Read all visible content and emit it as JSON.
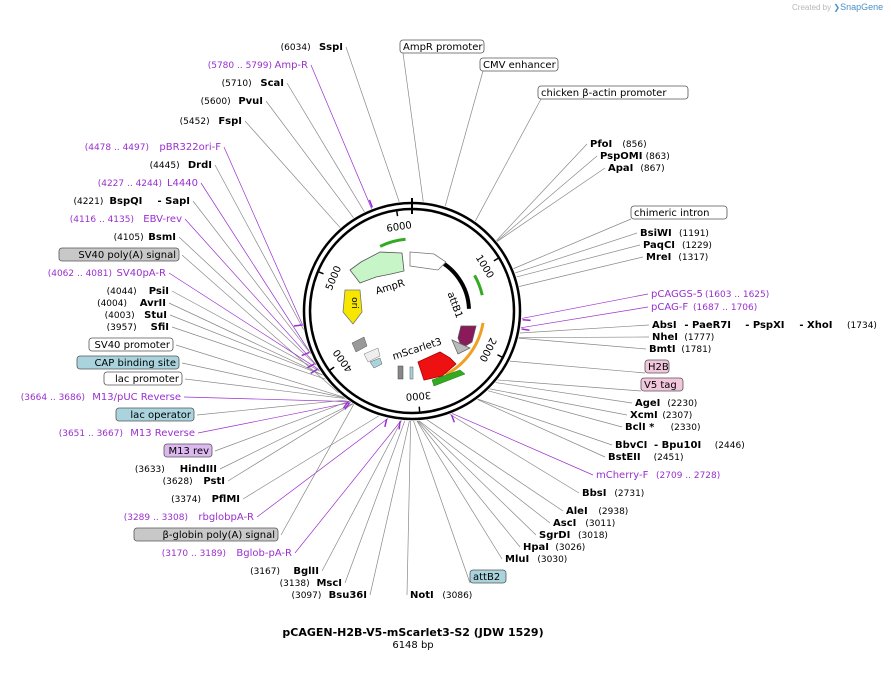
{
  "credit": {
    "prefix": "Created by",
    "brand": "SnapGene"
  },
  "plasmid": {
    "name": "pCAGEN-H2B-V5-mScarlet3-S2 (JDW 1529)",
    "size_text": "6148 bp",
    "total_bp": 6148
  },
  "ticks": [
    "1000",
    "2000",
    "3000",
    "4000",
    "5000",
    "6000"
  ],
  "colors": {
    "enzyme": "#000000",
    "primer": "#9a2fcf",
    "line": "#888888",
    "backbone": "#000000",
    "feature_blue": "#a9d4dd",
    "feature_pink": "#f2c6dc",
    "feature_gray": "#c8c8c8",
    "feature_purple": "#dcb8f0",
    "amp": "#c8f5c8",
    "ori": "#f7e600",
    "mscarlet": "#ee1111",
    "attb": "#8b1a5a",
    "h2b": "#f9b0d8",
    "arc_green": "#33aa22",
    "arc_orange": "#f0a020"
  },
  "features": {
    "ampr": "AmpR",
    "ori": "ori",
    "attb1": "attB1",
    "mscarlet3": "mScarlet3"
  },
  "labels_left": [
    {
      "kind": "enzyme",
      "pos": "(6034)",
      "name": "SspI"
    },
    {
      "kind": "primer",
      "pos": "(5780 .. 5799)",
      "name": "Amp-R"
    },
    {
      "kind": "enzyme",
      "pos": "(5710)",
      "name": "ScaI"
    },
    {
      "kind": "enzyme",
      "pos": "(5600)",
      "name": "PvuI"
    },
    {
      "kind": "enzyme",
      "pos": "(5452)",
      "name": "FspI"
    },
    {
      "kind": "primer",
      "pos": "(4478 .. 4497)",
      "name": "pBR322ori-F"
    },
    {
      "kind": "enzyme",
      "pos": "(4445)",
      "name": "DrdI"
    },
    {
      "kind": "primer",
      "pos": "(4227 .. 4244)",
      "name": "L4440"
    },
    {
      "kind": "enzyme",
      "pos": "(4221)",
      "name": "BspQI",
      "extra": "SapI"
    },
    {
      "kind": "primer",
      "pos": "(4116 .. 4135)",
      "name": "EBV-rev"
    },
    {
      "kind": "enzyme",
      "pos": "(4105)",
      "name": "BsmI"
    },
    {
      "kind": "box-gray",
      "name": "SV40 poly(A) signal"
    },
    {
      "kind": "primer",
      "pos": "(4062 .. 4081)",
      "name": "SV40pA-R"
    },
    {
      "kind": "enzyme",
      "pos": "(4044)",
      "name": "PsiI"
    },
    {
      "kind": "enzyme",
      "pos": "(4004)",
      "name": "AvrII"
    },
    {
      "kind": "enzyme",
      "pos": "(4003)",
      "name": "StuI"
    },
    {
      "kind": "enzyme",
      "pos": "(3957)",
      "name": "SfiI"
    },
    {
      "kind": "box-white",
      "name": "SV40 promoter"
    },
    {
      "kind": "box-blue",
      "name": "CAP binding site"
    },
    {
      "kind": "box-white",
      "name": "lac promoter"
    },
    {
      "kind": "primer",
      "pos": "(3664 .. 3686)",
      "name": "M13/pUC Reverse"
    },
    {
      "kind": "box-blue",
      "name": "lac operator"
    },
    {
      "kind": "primer",
      "pos": "(3651 .. 3667)",
      "name": "M13 Reverse"
    },
    {
      "kind": "box-purple",
      "name": "M13 rev"
    },
    {
      "kind": "enzyme",
      "pos": "(3633)",
      "name": "HindIII"
    },
    {
      "kind": "enzyme",
      "pos": "(3628)",
      "name": "PstI"
    },
    {
      "kind": "enzyme",
      "pos": "(3374)",
      "name": "PflMI"
    },
    {
      "kind": "primer",
      "pos": "(3289 .. 3308)",
      "name": "rbglobpA-R"
    },
    {
      "kind": "box-gray",
      "name": "β-globin poly(A) signal"
    },
    {
      "kind": "primer",
      "pos": "(3170 .. 3189)",
      "name": "Bglob-pA-R"
    },
    {
      "kind": "enzyme",
      "pos": "(3167)",
      "name": "BglII"
    },
    {
      "kind": "enzyme",
      "pos": "(3138)",
      "name": "MscI"
    },
    {
      "kind": "enzyme",
      "pos": "(3097)",
      "name": "Bsu36I"
    }
  ],
  "labels_right": [
    {
      "kind": "box-white",
      "name": "AmpR promoter"
    },
    {
      "kind": "box-white",
      "name": "CMV enhancer"
    },
    {
      "kind": "box-white",
      "name": "chicken β-actin promoter"
    },
    {
      "kind": "enzyme",
      "name": "PfoI",
      "pos": "(856)"
    },
    {
      "kind": "enzyme",
      "name": "PspOMI",
      "pos": "(863)"
    },
    {
      "kind": "enzyme",
      "name": "ApaI",
      "pos": "(867)"
    },
    {
      "kind": "box-white",
      "name": "chimeric intron"
    },
    {
      "kind": "enzyme",
      "name": "BsiWI",
      "pos": "(1191)"
    },
    {
      "kind": "enzyme",
      "name": "PaqCI",
      "pos": "(1229)"
    },
    {
      "kind": "enzyme",
      "name": "MreI",
      "pos": "(1317)"
    },
    {
      "kind": "primer",
      "name": "pCAGGS-5",
      "pos": "(1603 .. 1625)"
    },
    {
      "kind": "primer",
      "name": "pCAG-F",
      "pos": "(1687 .. 1706)"
    },
    {
      "kind": "enzyme",
      "name": "AbsI",
      "pos": "(1734)",
      "extras": [
        "PaeR7I",
        "PspXI",
        "XhoI"
      ]
    },
    {
      "kind": "enzyme",
      "name": "NheI",
      "pos": "(1777)"
    },
    {
      "kind": "enzyme",
      "name": "BmtI",
      "pos": "(1781)"
    },
    {
      "kind": "box-pink",
      "name": "H2B"
    },
    {
      "kind": "box-pink",
      "name": "V5 tag"
    },
    {
      "kind": "enzyme",
      "name": "AgeI",
      "pos": "(2230)"
    },
    {
      "kind": "enzyme",
      "name": "XcmI",
      "pos": "(2307)"
    },
    {
      "kind": "enzyme",
      "name": "BclI *",
      "pos": "(2330)"
    },
    {
      "kind": "enzyme",
      "name": "BbvCI",
      "pos": "(2446)",
      "extras": [
        "Bpu10I"
      ]
    },
    {
      "kind": "enzyme",
      "name": "BstEII",
      "pos": "(2451)"
    },
    {
      "kind": "primer",
      "name": "mCherry-F",
      "pos": "(2709 .. 2728)"
    },
    {
      "kind": "enzyme",
      "name": "BbsI",
      "pos": "(2731)"
    },
    {
      "kind": "enzyme",
      "name": "AleI",
      "pos": "(2938)"
    },
    {
      "kind": "enzyme",
      "name": "AscI",
      "pos": "(3011)"
    },
    {
      "kind": "enzyme",
      "name": "SgrDI",
      "pos": "(3018)"
    },
    {
      "kind": "enzyme",
      "name": "HpaI",
      "pos": "(3026)"
    },
    {
      "kind": "enzyme",
      "name": "MluI",
      "pos": "(3030)"
    },
    {
      "kind": "box-blue",
      "name": "attB2"
    },
    {
      "kind": "enzyme",
      "name": "NotI",
      "pos": "(3086)"
    }
  ]
}
